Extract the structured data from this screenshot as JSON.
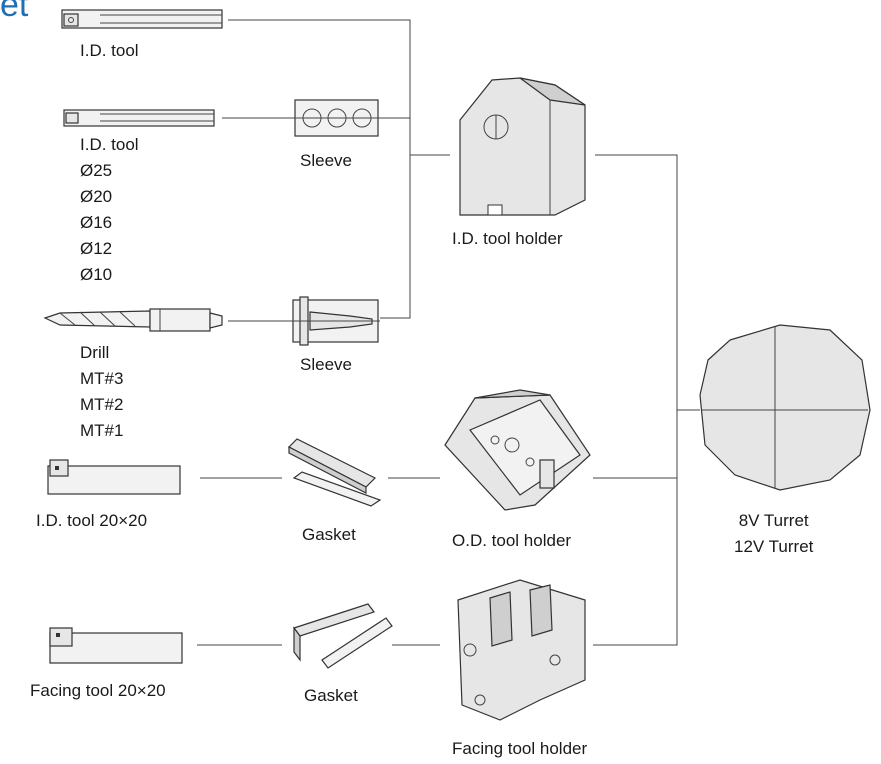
{
  "heading": "et",
  "tools": {
    "id_tool_1": "I.D. tool",
    "id_tool_2": [
      "I.D. tool",
      "Ø25",
      "Ø20",
      "Ø16",
      "Ø12",
      "Ø10"
    ],
    "drill": [
      "Drill",
      "MT#3",
      "MT#2",
      "MT#1"
    ],
    "id_tool_20": "I.D. tool 20×20",
    "facing_tool_20": "Facing tool 20×20"
  },
  "adapters": {
    "sleeve_1": "Sleeve",
    "sleeve_2": "Sleeve",
    "gasket_1": "Gasket",
    "gasket_2": "Gasket"
  },
  "holders": {
    "id_holder": "I.D. tool holder",
    "od_holder": "O.D. tool holder",
    "facing_holder": "Facing tool holder"
  },
  "turret": [
    "8V Turret",
    "12V Turret"
  ]
}
